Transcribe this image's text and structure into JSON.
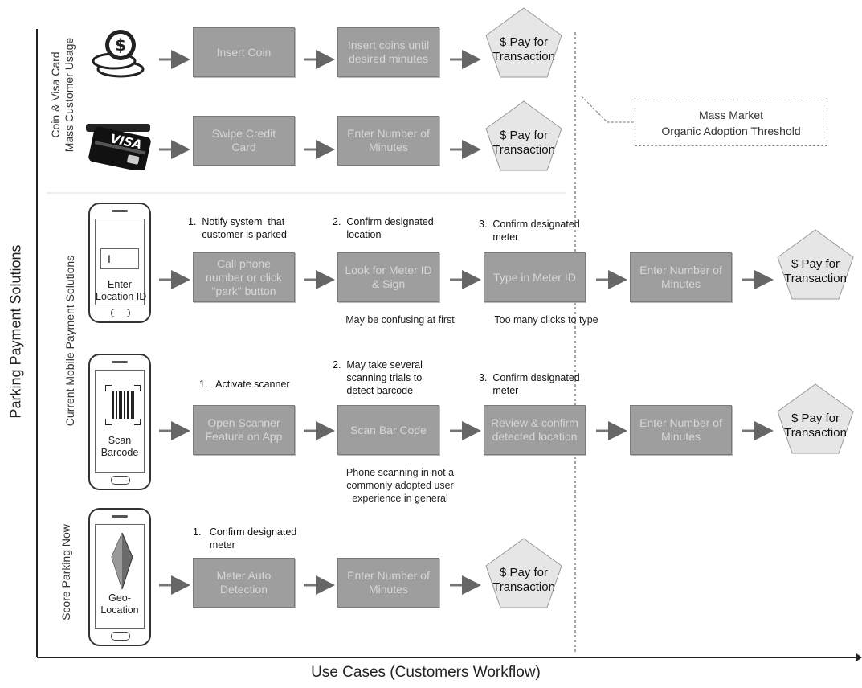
{
  "axis": {
    "y_title": "Parking Payment Solutions",
    "x_title": "Use Cases (Customers Workflow)"
  },
  "rows": {
    "coin_visa": "Coin & Visa Card\nMass Customer Usage",
    "mobile": "Current Mobile Payment Solutions",
    "score": "Score Parking Now"
  },
  "threshold": "Mass Market\nOrganic Adoption Threshold",
  "pay": "$ Pay for\nTransaction",
  "icons": {
    "visa_text": "VISA",
    "coin_symbol": "$"
  },
  "r1": {
    "s1": "Insert Coin",
    "s2": "Insert coins until desired minutes"
  },
  "r2": {
    "s1": "Swipe Credit Card",
    "s2": "Enter Number of Minutes"
  },
  "r3": {
    "phone_caption": "Enter\nLocation ID",
    "phone_field": "I",
    "n1": "1.  Notify system  that\n     customer is parked",
    "n2": "2.  Confirm designated\n     location",
    "n3": "3.  Confirm designated\n     meter",
    "s1": "Call phone number or click \"park\" button",
    "s2": "Look for Meter ID & Sign",
    "s3": "Type in Meter ID",
    "s4": "Enter Number of Minutes",
    "b2": "May be confusing at first",
    "b3": "Too many clicks to type"
  },
  "r4": {
    "phone_caption": "Scan\nBarcode",
    "n1": "1.   Activate scanner",
    "n2": "2.  May take several\n     scanning trials to\n     detect barcode",
    "n3": "3.  Confirm designated\n     meter",
    "s1": "Open Scanner Feature on App",
    "s2": "Scan Bar Code",
    "s3": "Review & confirm detected location",
    "s4": "Enter Number of Minutes",
    "b2": "Phone scanning in not a\ncommonly adopted user\nexperience in general"
  },
  "r5": {
    "phone_caption": "Geo-\nLocation",
    "n1": "1.   Confirm designated\n      meter",
    "s1": "Meter Auto Detection",
    "s2": "Enter Number of Minutes"
  }
}
